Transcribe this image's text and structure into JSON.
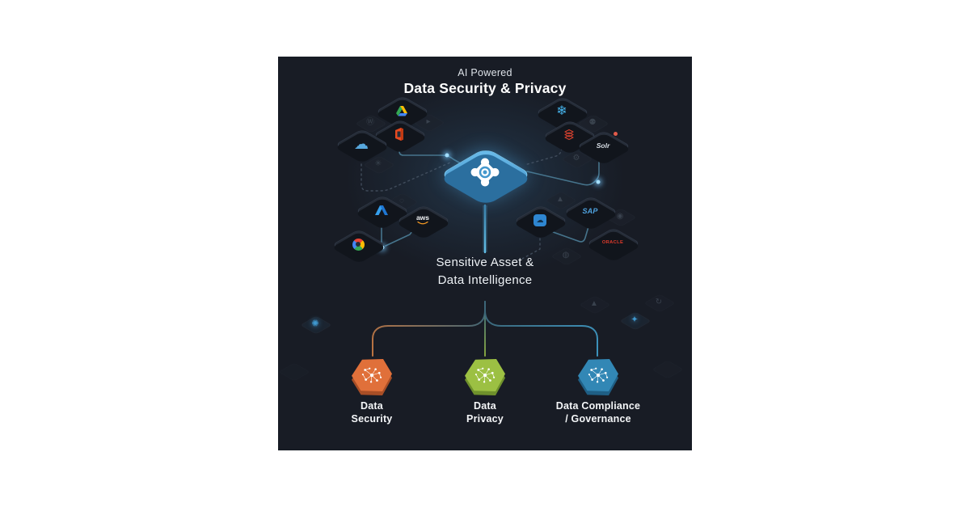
{
  "canvas": {
    "background": "#181c25"
  },
  "header": {
    "subtitle": "AI Powered",
    "title": "Data Security & Privacy"
  },
  "hub": {
    "icon": "securiti-emblem-icon",
    "tile_color": "#4da3d8",
    "caption_line1": "Sensitive Asset &",
    "caption_line2": "Data Intelligence"
  },
  "integrations": [
    {
      "name": "google-drive"
    },
    {
      "name": "microsoft-office"
    },
    {
      "name": "salesforce",
      "glyph": "☁"
    },
    {
      "name": "microsoft-azure"
    },
    {
      "name": "aws",
      "text": "aws"
    },
    {
      "name": "google-cloud"
    },
    {
      "name": "snowflake",
      "glyph": "❄"
    },
    {
      "name": "data-stack"
    },
    {
      "name": "apache-solr",
      "text": "Solr"
    },
    {
      "name": "cloud-app",
      "glyph": "☁"
    },
    {
      "name": "sap",
      "text": "SAP"
    },
    {
      "name": "oracle",
      "text": "ORACLE"
    }
  ],
  "ghosts": [
    {
      "name": "wordpress",
      "glyph": "Ⓦ"
    },
    {
      "name": "asterisk",
      "glyph": "✳"
    },
    {
      "name": "ring",
      "glyph": "◌"
    },
    {
      "name": "media",
      "glyph": "▸"
    },
    {
      "name": "gear",
      "glyph": "⚙"
    },
    {
      "name": "bug",
      "glyph": "⚉"
    },
    {
      "name": "triangle",
      "glyph": "▲"
    },
    {
      "name": "coin",
      "glyph": "◉"
    },
    {
      "name": "disc",
      "glyph": "◍"
    },
    {
      "name": "network-node",
      "glyph": "✺"
    },
    {
      "name": "chip",
      "glyph": "✦"
    },
    {
      "name": "triangle-2",
      "glyph": "▲"
    },
    {
      "name": "refresh",
      "glyph": "↻"
    },
    {
      "name": "blank-1",
      "glyph": ""
    },
    {
      "name": "blank-2",
      "glyph": ""
    }
  ],
  "outputs": [
    {
      "label_line1": "Data",
      "label_line2": "Security",
      "color": "#e0703a",
      "side_color": "#a84e26"
    },
    {
      "label_line1": "Data",
      "label_line2": "Privacy",
      "color": "#9cc043",
      "side_color": "#6f912c"
    },
    {
      "label_line1": "Data Compliance",
      "label_line2": "/ Governance",
      "color": "#3287b5",
      "side_color": "#1f5f85"
    }
  ],
  "line_colors": {
    "base": "#46748c",
    "glow": "#63c0e8",
    "security_end": "#bd7340",
    "privacy_end": "#85a33e",
    "compliance_end": "#3c93bd"
  }
}
